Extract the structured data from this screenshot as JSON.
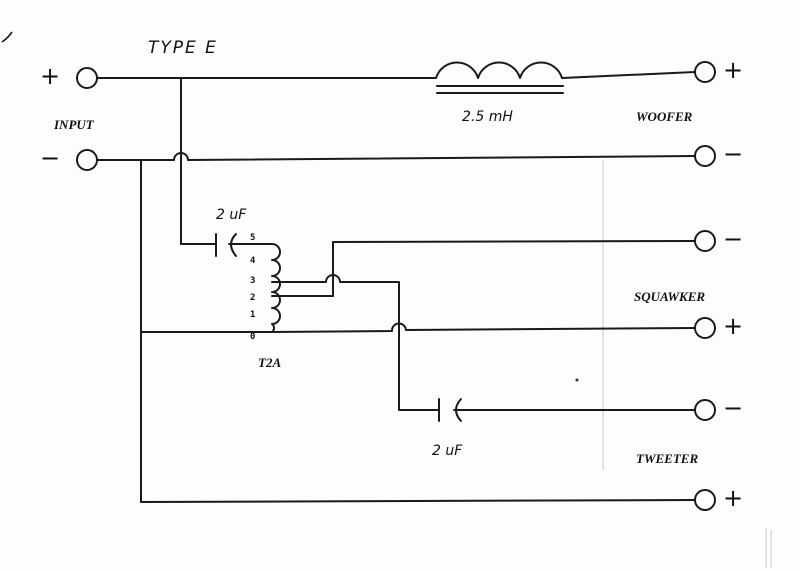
{
  "title": "TYPE E",
  "input": {
    "label": "INPUT",
    "plus": "+",
    "minus": "−"
  },
  "inductor": {
    "value": "2.5 mH"
  },
  "capacitor_top": {
    "value": "2 uF"
  },
  "capacitor_bottom": {
    "value": "2 uF"
  },
  "transformer": {
    "label": "T2A",
    "taps": [
      "5",
      "4",
      "3",
      "2",
      "1",
      "0"
    ]
  },
  "outputs": {
    "woofer": {
      "label": "WOOFER",
      "plus": "+",
      "minus": "−"
    },
    "squawker": {
      "label": "SQUAWKER",
      "plus": "+",
      "minus": "−"
    },
    "tweeter": {
      "label": "TWEETER",
      "plus": "+",
      "minus": "−"
    }
  }
}
